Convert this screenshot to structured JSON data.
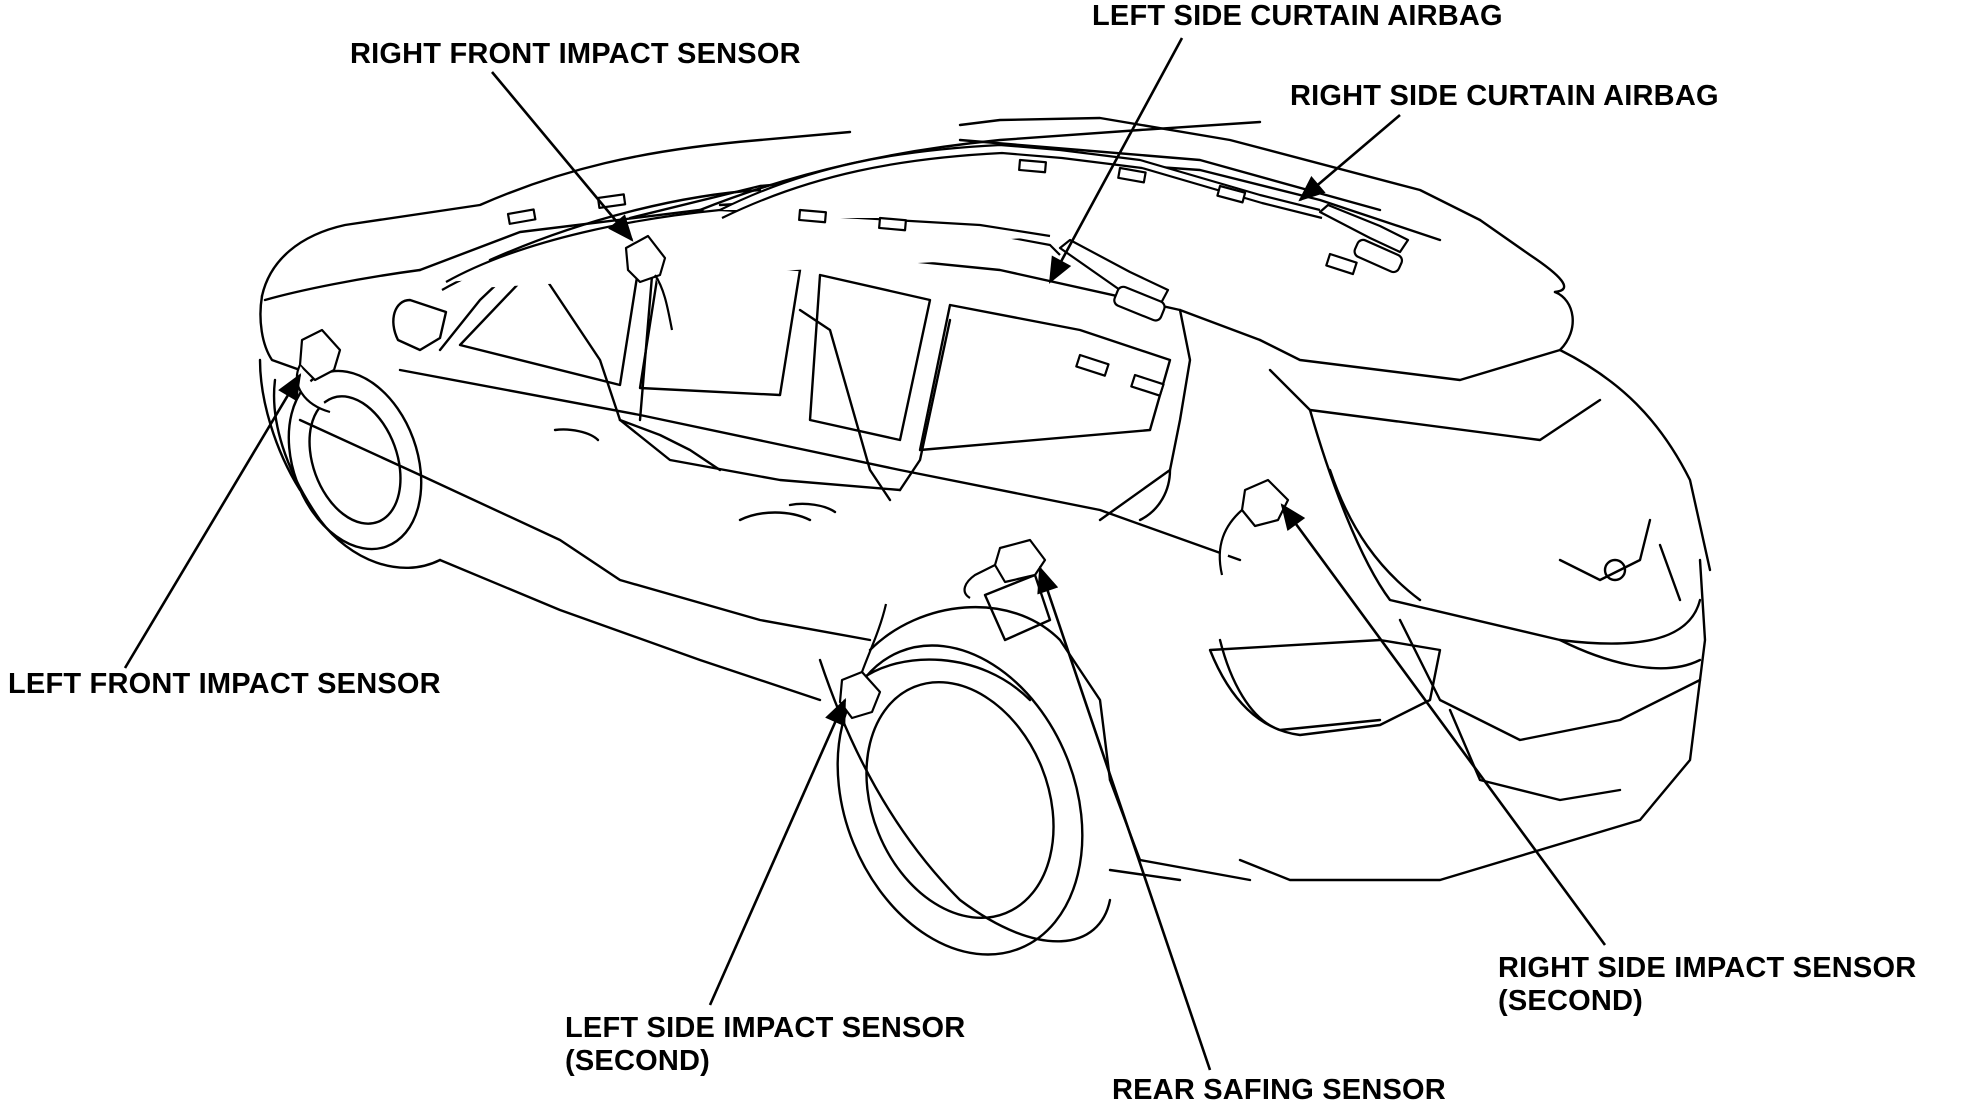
{
  "colors": {
    "ink": "#000000",
    "background": "#ffffff"
  },
  "labels": {
    "right_front_impact_sensor": "RIGHT FRONT IMPACT SENSOR",
    "left_side_curtain_airbag": "LEFT SIDE CURTAIN AIRBAG",
    "right_side_curtain_airbag": "RIGHT SIDE CURTAIN AIRBAG",
    "left_front_impact_sensor": "LEFT FRONT IMPACT SENSOR",
    "right_side_impact_sensor_line1": "RIGHT SIDE IMPACT SENSOR",
    "right_side_impact_sensor_line2": "(SECOND)",
    "left_side_impact_sensor_line1": "LEFT SIDE IMPACT SENSOR",
    "left_side_impact_sensor_line2": "(SECOND)",
    "rear_safing_sensor": "REAR SAFING SENSOR"
  }
}
